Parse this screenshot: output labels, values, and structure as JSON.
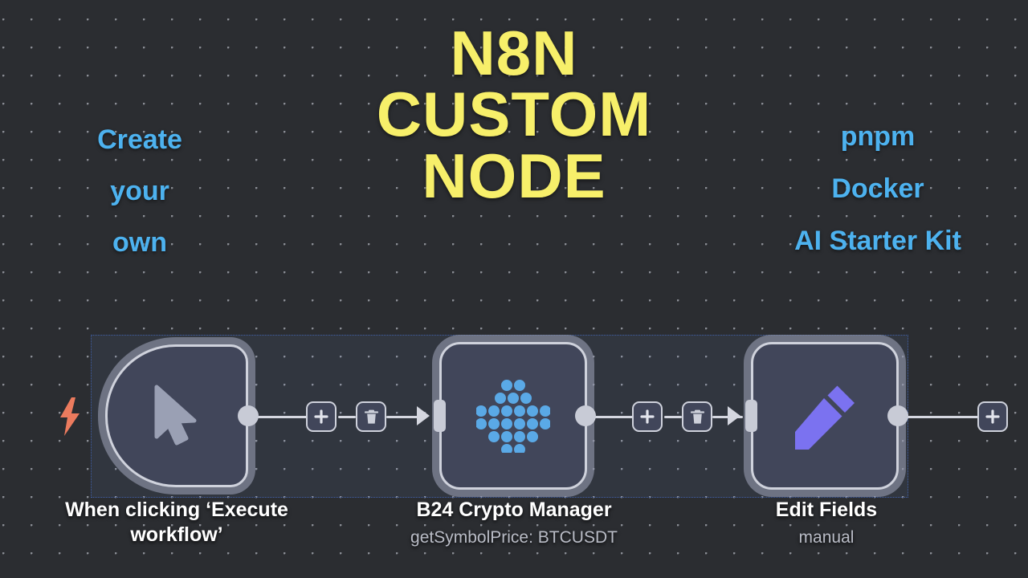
{
  "title": {
    "lines": [
      "N8N",
      "CUSTOM",
      "NODE"
    ],
    "color": "#f7ef6a"
  },
  "left_caption": {
    "lines": [
      "Create",
      "your",
      "own"
    ],
    "color": "#4db2ef"
  },
  "right_caption": {
    "lines": [
      "pnpm",
      "Docker",
      "AI Starter Kit"
    ],
    "color": "#4db2ef"
  },
  "canvas": {
    "background_color": "#2b2d31",
    "grid_dot_color": "#8a8d94",
    "selection_border_color": "#3f5fa8"
  },
  "workflow": {
    "nodes": [
      {
        "id": "trigger",
        "icon": "cursor-arrow-icon",
        "title": "When clicking ‘Execute",
        "title_line2": "workflow’",
        "subtitle": "",
        "accent": "#9ca2b5",
        "badge_icon": "lightning-bolt-icon",
        "badge_color": "#ec7b5e"
      },
      {
        "id": "b24",
        "icon": "bitrix24-dots-icon",
        "title": "B24 Crypto Manager",
        "subtitle": "getSymbolPrice: BTCUSDT",
        "accent": "#5aa9e6"
      },
      {
        "id": "edit",
        "icon": "pencil-icon",
        "title": "Edit Fields",
        "subtitle": "manual",
        "accent": "#7b72f0"
      }
    ],
    "connection_buttons": [
      {
        "id": "add-1",
        "icon": "plus-icon",
        "label": "+"
      },
      {
        "id": "delete-1",
        "icon": "trash-icon",
        "label": ""
      },
      {
        "id": "add-2",
        "icon": "plus-icon",
        "label": "+"
      },
      {
        "id": "delete-2",
        "icon": "trash-icon",
        "label": ""
      },
      {
        "id": "add-end",
        "icon": "plus-icon",
        "label": "+"
      }
    ]
  }
}
